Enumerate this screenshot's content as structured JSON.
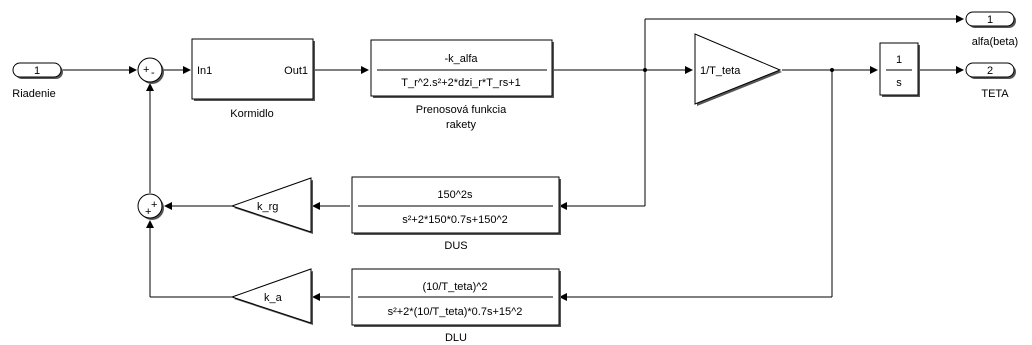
{
  "inports": [
    {
      "num": "1",
      "label": "Riadenie"
    }
  ],
  "outports": [
    {
      "num": "1",
      "label": "alfa(beta)"
    },
    {
      "num": "2",
      "label": "TETA"
    }
  ],
  "sum_main": {
    "signs_top": "+",
    "signs_bottom": "-"
  },
  "sum_feedback": {
    "sign_left": "+",
    "sign_bottom": "+"
  },
  "kormidlo": {
    "in_label": "In1",
    "out_label": "Out1",
    "name": "Kormidlo"
  },
  "rocket_tf": {
    "numerator": "-k_alfa",
    "denominator": "T_r^2.s²+2*dzi_r*T_rs+1",
    "name_line1": "Prenosová funkcia",
    "name_line2": "rakety"
  },
  "gain_teta": {
    "label": "1/T_teta"
  },
  "integrator": {
    "numerator": "1",
    "denominator": "s"
  },
  "dus": {
    "numerator": "150^2s",
    "denominator": "s²+2*150*0.7s+150^2",
    "name": "DUS"
  },
  "dlu": {
    "numerator": "(10/T_teta)^2",
    "denominator": "s²+2*(10/T_teta)*0.7s+15^2",
    "name": "DLU"
  },
  "gain_krg": {
    "label": "k_rg"
  },
  "gain_ka": {
    "label": "k_a"
  }
}
